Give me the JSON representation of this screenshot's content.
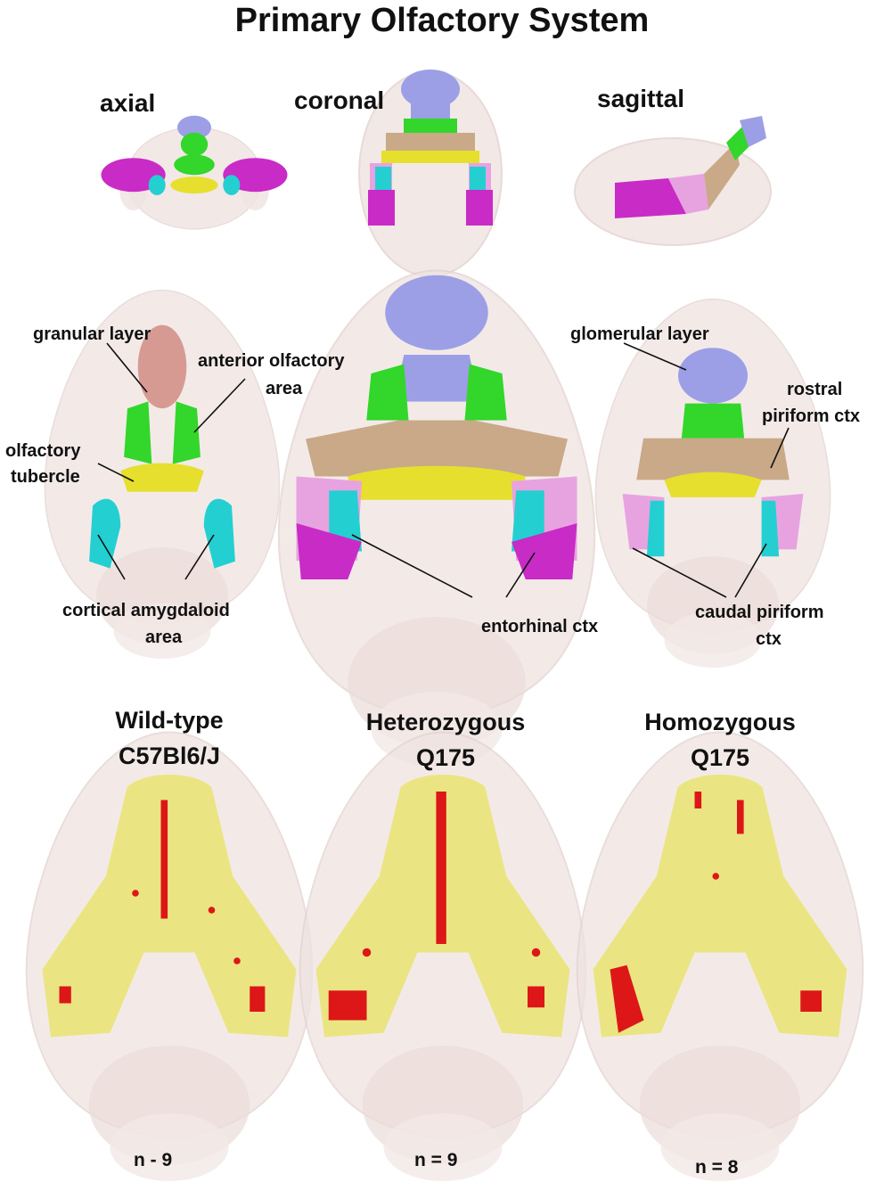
{
  "title": "Primary Olfactory System",
  "views": {
    "axial": "axial",
    "coronal": "coronal",
    "sagittal": "sagittal"
  },
  "regions": {
    "granular_layer": "granular layer",
    "anterior_olfactory_area_l1": "anterior olfactory",
    "anterior_olfactory_area_l2": "area",
    "olfactory_tubercle_l1": "olfactory",
    "olfactory_tubercle_l2": "tubercle",
    "cortical_amygdaloid_l1": "cortical amygdaloid",
    "cortical_amygdaloid_l2": "area",
    "entorhinal_ctx": "entorhinal ctx",
    "glomerular_layer": "glomerular layer",
    "rostral_piriform_l1": "rostral",
    "rostral_piriform_l2": "piriform ctx",
    "caudal_piriform_l1": "caudal piriform",
    "caudal_piriform_l2": "ctx"
  },
  "groups": [
    {
      "line1": "Wild-type",
      "line2": "C57Bl6/J",
      "n": "n - 9"
    },
    {
      "line1": "Heterozygous",
      "line2": "Q175",
      "n": "n = 9"
    },
    {
      "line1": "Homozygous",
      "line2": "Q175",
      "n": "n = 8"
    }
  ],
  "colors": {
    "granular_layer": "#d79a92",
    "glomerular_layer": "#9c9fe6",
    "anterior_olfactory_area": "#33d62a",
    "olfactory_tubercle": "#e6df2e",
    "cortical_amygdaloid_area": "#24cfd2",
    "rostral_piriform_ctx": "#c9a988",
    "caudal_piriform_ctx": "#e7a3e0",
    "entorhinal_ctx": "#c92bc6",
    "brain_shell": "#efe3e1",
    "overlay_yellow": "#e8e470",
    "cluster_red": "#dd1717"
  }
}
